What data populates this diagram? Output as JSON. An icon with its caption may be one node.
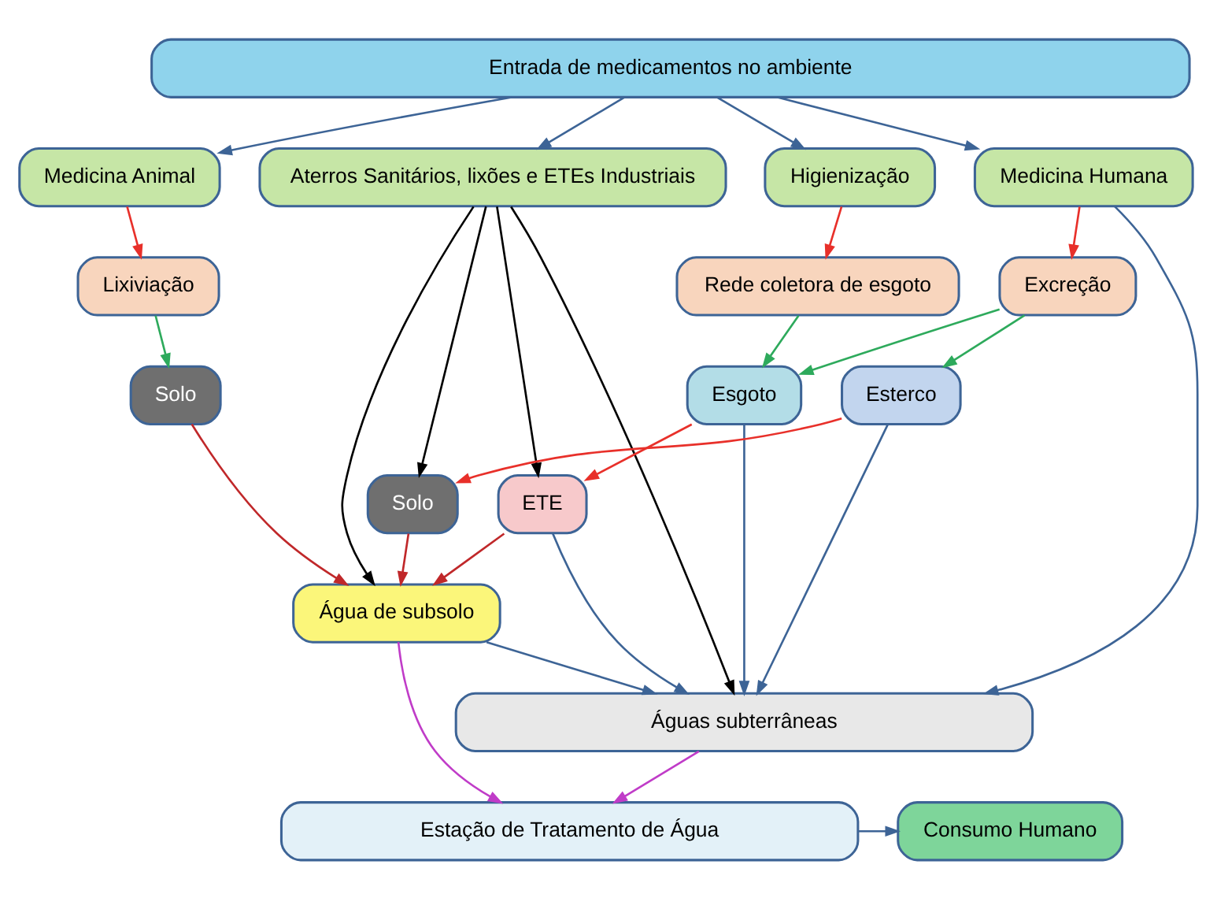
{
  "diagram": {
    "nodes": [
      {
        "text": [
          "Entrada de medicamentos no ambiente"
        ]
      },
      {
        "text": [
          "Medicina Animal"
        ]
      },
      {
        "text": [
          "Higienização"
        ]
      },
      {
        "text": [
          "Medicina Humana"
        ]
      },
      {
        "text": [
          "Aterros Sanitários, lixões e ETEs Industriais"
        ]
      },
      {
        "text": [
          "Lixiviação"
        ]
      },
      {
        "text": [
          "Rede coletora de esgoto"
        ]
      },
      {
        "text": [
          "Excreção"
        ]
      },
      {
        "text": [
          "Solo"
        ]
      },
      {
        "text": [
          "Esgoto"
        ]
      },
      {
        "text": [
          "Esterco"
        ]
      },
      {
        "text": [
          "ETE"
        ]
      },
      {
        "text": [
          "Solo"
        ]
      },
      {
        "text": [
          "Água de subsolo"
        ]
      },
      {
        "text": [
          "Águas subterrâneas"
        ]
      },
      {
        "text": [
          "Estação de Tratamento de Água"
        ]
      },
      {
        "text": [
          "Consumo Humano"
        ]
      }
    ],
    "edges": [
      {
        "from": 0,
        "to": 1,
        "arrow": "to"
      },
      {
        "from": 0,
        "to": 2,
        "arrow": "to"
      },
      {
        "from": 0,
        "to": 3,
        "arrow": "to"
      },
      {
        "from": 0,
        "to": 4,
        "arrow": "to"
      },
      {
        "from": 1,
        "to": 5,
        "arrow": "to",
        "color": "#e8302a"
      },
      {
        "from": 2,
        "to": 6,
        "arrow": "to",
        "color": "#e8302a"
      },
      {
        "from": 3,
        "to": 7,
        "arrow": "to",
        "color": "#e8302a"
      },
      {
        "from": 5,
        "to": 8,
        "arrow": "to",
        "color": "#2eaa5c"
      },
      {
        "from": 6,
        "to": 9,
        "arrow": "to",
        "color": "#2eaa5c"
      },
      {
        "from": 7,
        "to": 9,
        "arrow": "to",
        "color": "#2eaa5c"
      },
      {
        "from": 7,
        "to": 10,
        "arrow": "to",
        "color": "#2eaa5c"
      },
      {
        "from": 3,
        "to": 14,
        "arrow": "to"
      },
      {
        "from": 9,
        "to": 14,
        "arrow": "to"
      },
      {
        "from": 10,
        "to": 14,
        "arrow": "to"
      },
      {
        "from": 8,
        "to": 13,
        "arrow": "to",
        "color": "#c0282a"
      },
      {
        "from": 9,
        "to": 11,
        "arrow": "to",
        "color": "#e8302a"
      },
      {
        "from": 10,
        "to": 12,
        "arrow": "to",
        "color": "#e8302a"
      },
      {
        "from": 4,
        "to": 11,
        "arrow": "to",
        "color": "#000000"
      },
      {
        "from": 4,
        "to": 12,
        "arrow": "to",
        "color": "#000000"
      },
      {
        "from": 4,
        "to": 13,
        "arrow": "to",
        "color": "#000000"
      },
      {
        "from": 4,
        "to": 14,
        "arrow": "to",
        "color": "#000000"
      },
      {
        "from": 11,
        "to": 13,
        "arrow": "to",
        "color": "#c0282a"
      },
      {
        "from": 12,
        "to": 13,
        "arrow": "to",
        "color": "#c0282a"
      },
      {
        "from": 11,
        "to": 14,
        "arrow": "to"
      },
      {
        "from": 13,
        "to": 14,
        "arrow": "to"
      },
      {
        "from": 13,
        "to": 15,
        "arrow": "to",
        "color": "#c03cc8"
      },
      {
        "from": 14,
        "to": 15,
        "arrow": "to",
        "color": "#c03cc8"
      },
      {
        "from": 15,
        "to": 16,
        "arrow": "to"
      }
    ]
  }
}
